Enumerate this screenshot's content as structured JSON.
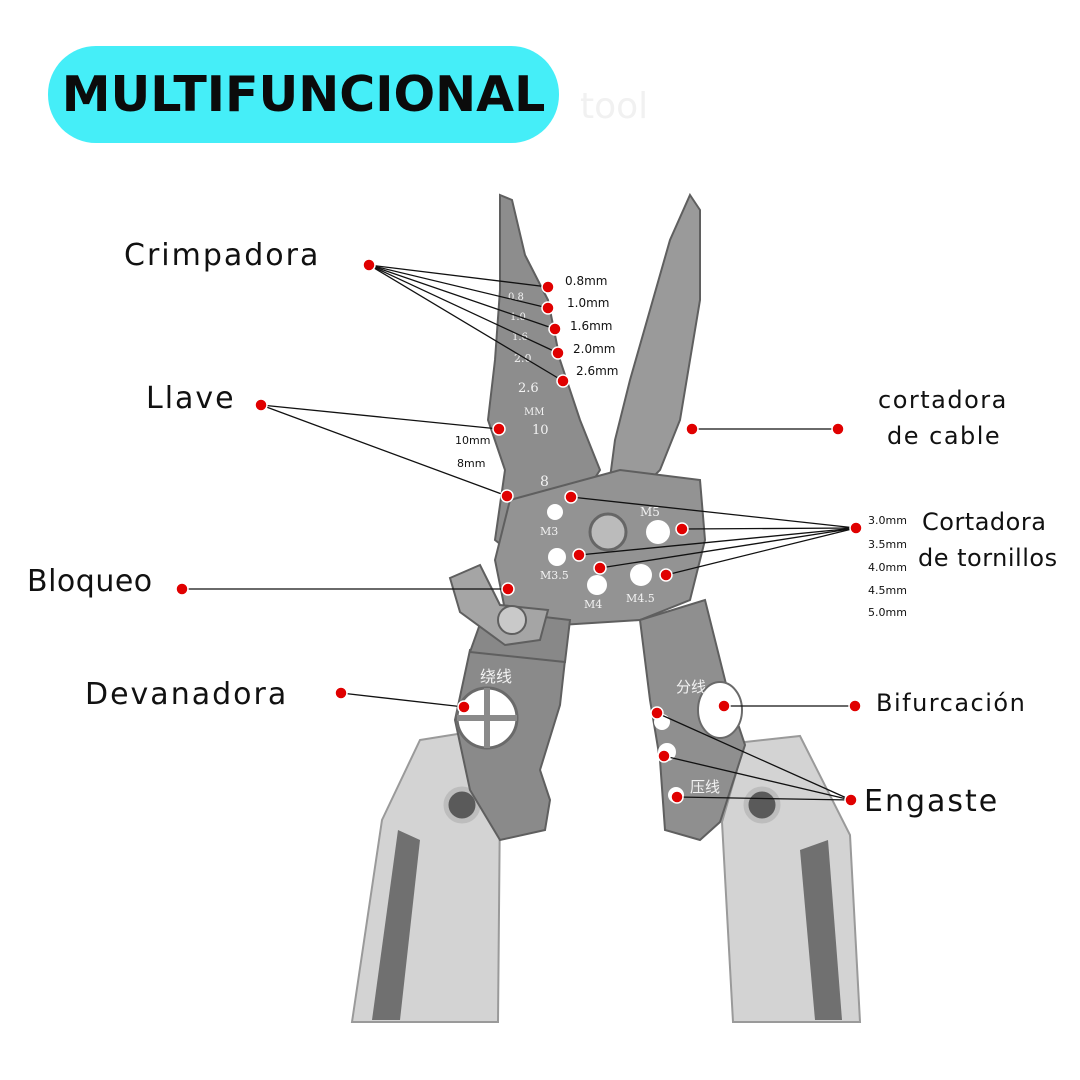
{
  "title": "MULTIFUNCIONAL",
  "watermark": "tool",
  "colors": {
    "pill": "#45eef8",
    "dot": "#e00000",
    "steel": "#8d8d8d",
    "handle": "#d3d3d3",
    "handle_grip": "#707070"
  },
  "labels": {
    "crimpadora": "Crimpadora",
    "llave": "Llave",
    "bloqueo": "Bloqueo",
    "devanadora": "Devanadora",
    "cortadora_cable_1": "cortadora",
    "cortadora_cable_2": "de cable",
    "cortadora_tornillos_1": "Cortadora",
    "cortadora_tornillos_2": "de tornillos",
    "bifurcacion": "Bifurcación",
    "engaste": "Engaste"
  },
  "crimp_sizes": [
    "0.8mm",
    "1.0mm",
    "1.6mm",
    "2.0mm",
    "2.6mm"
  ],
  "wrench_sizes": [
    "10mm",
    "8mm"
  ],
  "screw_sizes": [
    "3.0mm",
    "3.5mm",
    "4.0mm",
    "4.5mm",
    "5.0mm"
  ],
  "tool_engravings": {
    "crimp": [
      "0.8",
      "1.0",
      "1.6",
      "2.0",
      "2.6"
    ],
    "mm": "MM",
    "ten": "10",
    "eight": "8",
    "screws": [
      "M3",
      "M5",
      "M3.5",
      "M4",
      "M4.5"
    ],
    "wind": "绕线",
    "split": "分线",
    "press": "压线"
  }
}
